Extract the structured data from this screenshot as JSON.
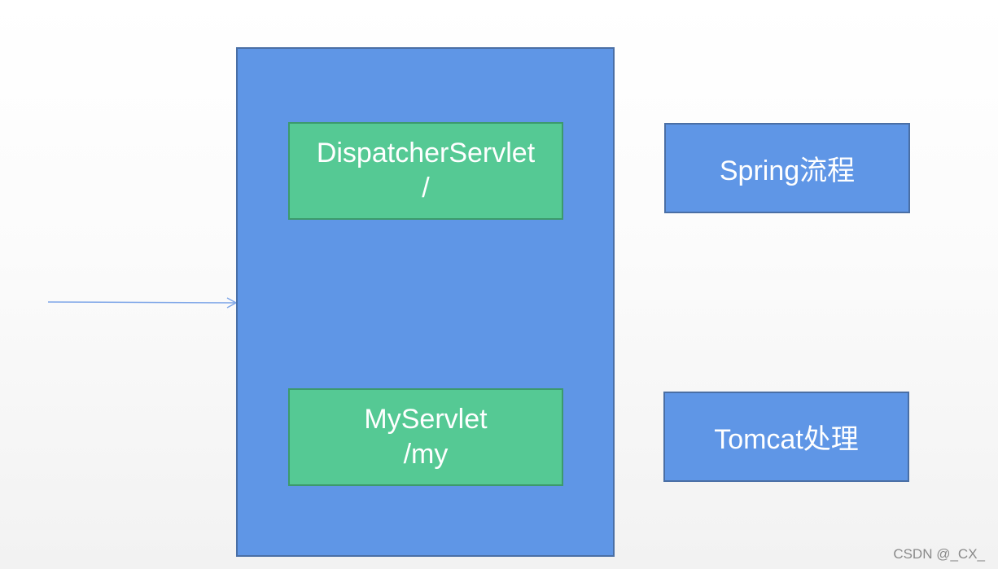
{
  "diagram": {
    "dispatcher": {
      "line1": "DispatcherServlet",
      "line2": "/"
    },
    "myservlet": {
      "line1": "MyServlet",
      "line2": "/my"
    },
    "spring_label": "Spring流程",
    "tomcat_label": "Tomcat处理"
  },
  "watermark": "CSDN @_CX_",
  "colors": {
    "container_blue": "#5f96e6",
    "servlet_green": "#55c994",
    "arrow": "#7ea6e8"
  }
}
